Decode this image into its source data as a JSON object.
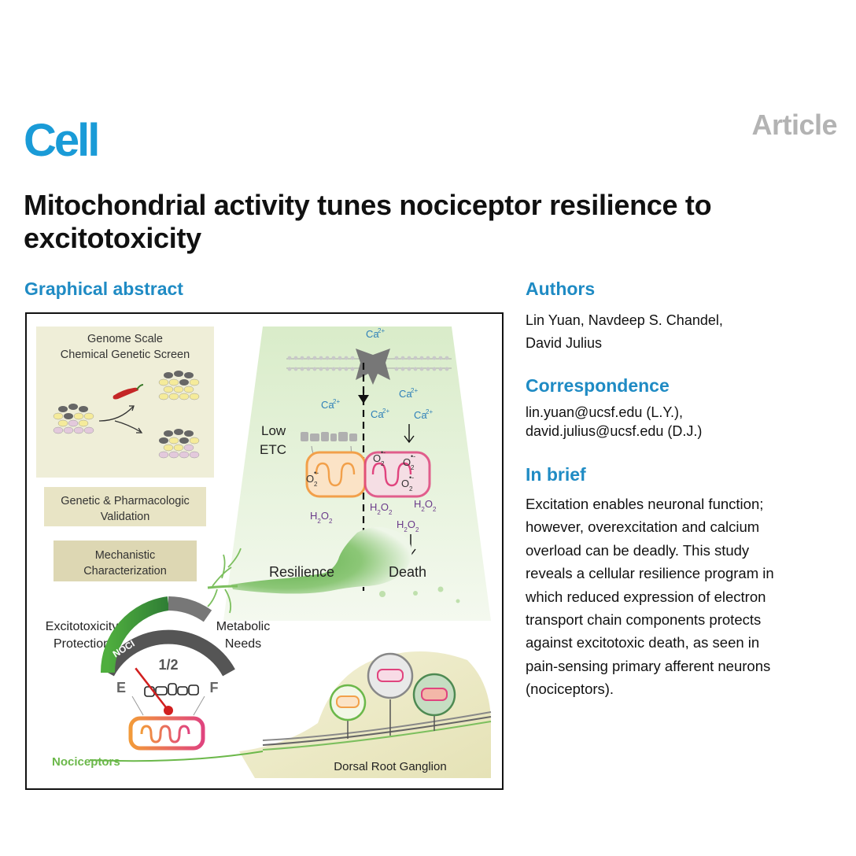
{
  "journal": {
    "logo": "Cell",
    "article_type": "Article"
  },
  "title": "Mitochondrial activity tunes nociceptor resilience to excitotoxicity",
  "graphical_abstract": {
    "heading": "Graphical abstract",
    "screen_box": {
      "line1": "Genome Scale",
      "line2": "Chemical Genetic Screen"
    },
    "validation_box": {
      "line1": "Genetic & Pharmacologic",
      "line2": "Validation"
    },
    "mechanistic_box": {
      "line1": "Mechanistic",
      "line2": "Characterization"
    },
    "ca": "Ca",
    "ca_charge": "2+",
    "low_etc": {
      "line1": "Low",
      "line2": "ETC"
    },
    "o2": "O",
    "o2_sub": "2",
    "radical": "•-",
    "h2o2": {
      "h": "H",
      "sub": "2",
      "o": "O"
    },
    "resilience": "Resilience",
    "death": "Death",
    "excitotoxicity": {
      "line1": "Excitotoxicity",
      "line2": "Protection"
    },
    "metabolic": {
      "line1": "Metabolic",
      "line2": "Needs"
    },
    "gauge": {
      "noci": "NOCI",
      "half": "1/2",
      "empty": "E",
      "full": "F",
      "needle_level": 0.15
    },
    "nociceptors": "Nociceptors",
    "drg": "Dorsal Root Ganglion",
    "colors": {
      "green": "#6bb84a",
      "pink": "#e0447e",
      "orange": "#f2a04a",
      "blue": "#2d7fb8",
      "purple": "#6a3a8a"
    }
  },
  "authors": {
    "heading": "Authors",
    "line1": "Lin Yuan, Navdeep S. Chandel,",
    "line2": "David Julius"
  },
  "correspondence": {
    "heading": "Correspondence",
    "line1": "lin.yuan@ucsf.edu (L.Y.),",
    "line2": "david.julius@ucsf.edu (D.J.)"
  },
  "in_brief": {
    "heading": "In brief",
    "lines": [
      "Excitation enables neuronal function;",
      "however, overexcitation and calcium",
      "overload can be deadly. This study",
      "reveals a cellular resilience program in",
      "which reduced expression of electron",
      "transport chain components protects",
      "against excitotoxic death, as seen in",
      "pain-sensing primary afferent neurons",
      "(nociceptors)."
    ]
  }
}
